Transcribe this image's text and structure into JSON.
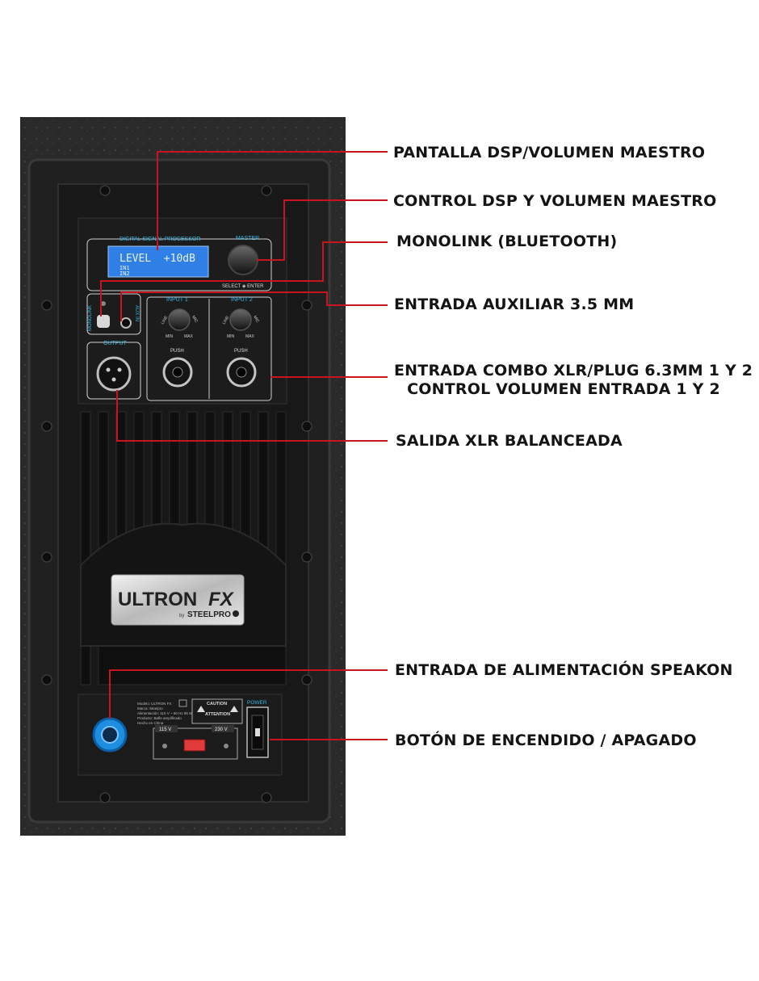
{
  "colors": {
    "leader_line": "#c8141e",
    "cabinet": "#2b2b2b",
    "panel": "#1a1a1a",
    "lcd_background": "#2f7fe6",
    "lcd_text": "#e8f2ff",
    "panel_label": "#35b9e8",
    "speakon_blue": "#1e8fe0"
  },
  "panel": {
    "dsp_header": "DIGITAL SIGNAL PROCESSOR",
    "master_label": "MASTER",
    "lcd_line1": "LEVEL  +10dB",
    "lcd_line2": "IN1",
    "lcd_line3": "IN2",
    "select_enter": "SELECT ◈ ENTER",
    "monolink_label": "MONOLINK",
    "aux_label": "AUX IN",
    "input1_label": "INPUT 1",
    "input2_label": "INPUT 2",
    "line_label": "LINE",
    "mic_label": "MIC",
    "min_label": "MIN",
    "max_label": "MAX",
    "push_label": "PUSH",
    "output_label": "OUTPUT",
    "brand": "ULTRON",
    "brand_fx": "FX",
    "brand_by": "by",
    "brand_maker": "STEELPRO",
    "power_label": "POWER",
    "voltage_115": "115 V",
    "voltage_230": "230 V",
    "caution_title": "CAUTION",
    "attention_title": "ATTENTION",
    "spec_lines": [
      "Modelo: ULTRON FX",
      "Marca: Steelpro",
      "Alimentación: 110 V ~ 60 Hz 95 W",
      "Producto: Bafle amplificado",
      "Hecho en China"
    ]
  },
  "callouts": [
    {
      "id": "dsp-display",
      "lines": [
        "PANTALLA DSP/VOLUMEN MAESTRO"
      ]
    },
    {
      "id": "dsp-control",
      "lines": [
        "CONTROL DSP Y VOLUMEN MAESTRO"
      ]
    },
    {
      "id": "monolink",
      "lines": [
        "MONOLINK (BLUETOOTH)"
      ]
    },
    {
      "id": "aux-input",
      "lines": [
        "ENTRADA AUXILIAR 3.5 MM"
      ]
    },
    {
      "id": "combo-input",
      "lines": [
        "ENTRADA COMBO XLR/PLUG 6.3MM 1 Y 2",
        "CONTROL VOLUMEN ENTRADA 1 Y 2"
      ]
    },
    {
      "id": "xlr-output",
      "lines": [
        "SALIDA XLR BALANCEADA"
      ]
    },
    {
      "id": "power-input",
      "lines": [
        "ENTRADA DE ALIMENTACIÓN SPEAKON"
      ]
    },
    {
      "id": "power-switch",
      "lines": [
        "BOTÓN DE ENCENDIDO / APAGADO"
      ]
    }
  ]
}
